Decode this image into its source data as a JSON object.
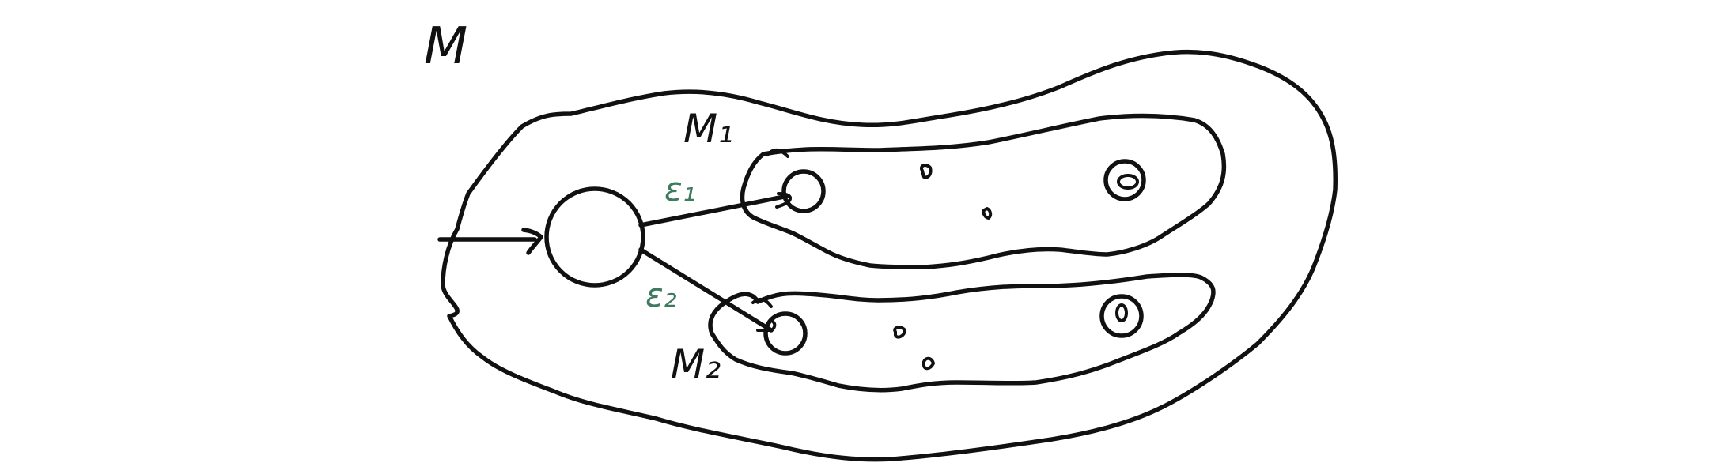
{
  "labels": {
    "outer_manifold": "M",
    "upper_manifold": "M₁",
    "lower_manifold": "M₂",
    "upper_epsilon": "ε₁",
    "lower_epsilon": "ε₂"
  },
  "colors": {
    "ink": "#111111",
    "epsilon_ink": "#3d7a5e",
    "background": "#ffffff"
  }
}
